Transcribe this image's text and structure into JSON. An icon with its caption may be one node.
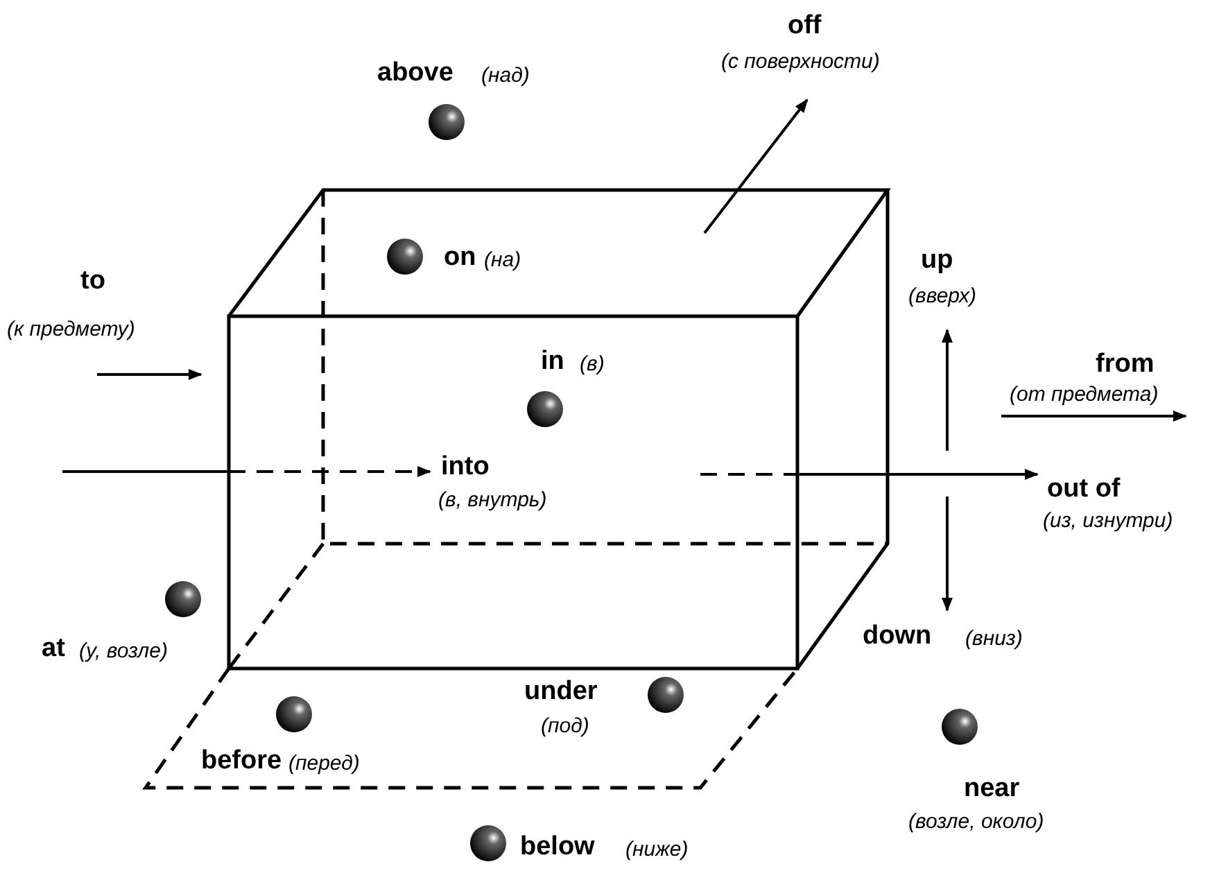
{
  "diagram": {
    "labels": [
      "off",
      "(с поверхности)",
      "above",
      "(над)",
      "on",
      "(на)",
      "to",
      "(к предмету)",
      "up",
      "(вверх)",
      "in",
      "(в)",
      "from",
      "(от предмета)",
      "into",
      "(в, внутрь)",
      "out of",
      "(из, изнутри)",
      "at",
      "(у, возле)",
      "down",
      "(вниз)",
      "under",
      "(под)",
      "before",
      "(перед)",
      "near",
      "(возле, около)",
      "below",
      "(ниже)"
    ]
  }
}
